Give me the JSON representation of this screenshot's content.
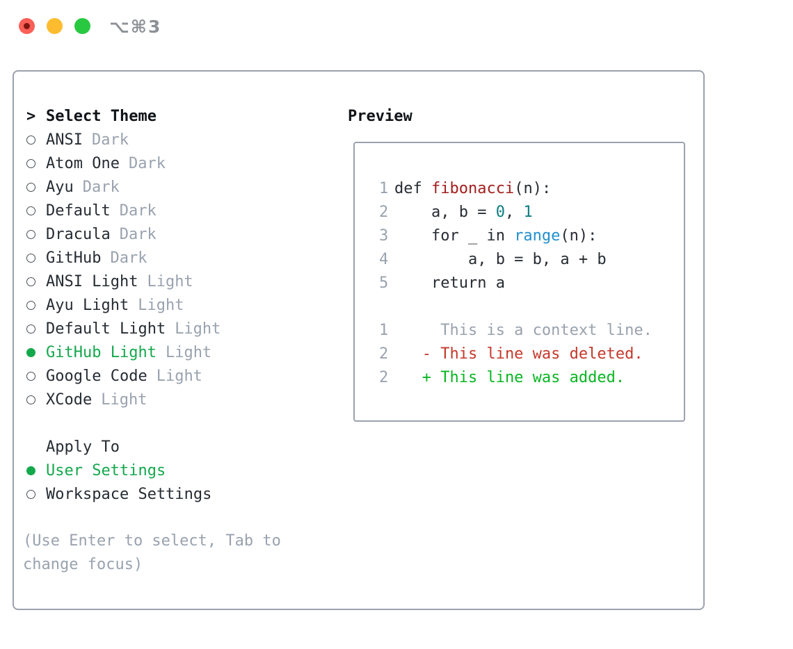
{
  "titlebar": {
    "title": "⌥⌘3"
  },
  "select_theme": {
    "marker": ">",
    "label": "Select Theme"
  },
  "themes": [
    {
      "name": "ANSI",
      "tag": "Dark",
      "selected": false
    },
    {
      "name": "Atom One",
      "tag": "Dark",
      "selected": false
    },
    {
      "name": "Ayu",
      "tag": "Dark",
      "selected": false
    },
    {
      "name": "Default",
      "tag": "Dark",
      "selected": false
    },
    {
      "name": "Dracula",
      "tag": "Dark",
      "selected": false
    },
    {
      "name": "GitHub",
      "tag": "Dark",
      "selected": false
    },
    {
      "name": "ANSI Light",
      "tag": "Light",
      "selected": false
    },
    {
      "name": "Ayu Light",
      "tag": "Light",
      "selected": false
    },
    {
      "name": "Default Light",
      "tag": "Light",
      "selected": false
    },
    {
      "name": "GitHub Light",
      "tag": "Light",
      "selected": true
    },
    {
      "name": "Google Code",
      "tag": "Light",
      "selected": false
    },
    {
      "name": "XCode",
      "tag": "Light",
      "selected": false
    }
  ],
  "apply_to": {
    "label": "Apply To",
    "options": [
      {
        "name": "User Settings",
        "selected": true
      },
      {
        "name": "Workspace Settings",
        "selected": false
      }
    ]
  },
  "hint": "(Use Enter to select, Tab to change focus)",
  "preview": {
    "label": "Preview",
    "lines": [
      {
        "num": "1",
        "tokens": [
          {
            "t": "def ",
            "c": "plain"
          },
          {
            "t": "fibonacci",
            "c": "fn"
          },
          {
            "t": "(n):",
            "c": "plain"
          }
        ]
      },
      {
        "num": "2",
        "tokens": [
          {
            "t": "    a, b = ",
            "c": "plain"
          },
          {
            "t": "0",
            "c": "num"
          },
          {
            "t": ", ",
            "c": "plain"
          },
          {
            "t": "1",
            "c": "num"
          }
        ]
      },
      {
        "num": "3",
        "tokens": [
          {
            "t": "    for _ in ",
            "c": "plain"
          },
          {
            "t": "range",
            "c": "builtin"
          },
          {
            "t": "(n):",
            "c": "plain"
          }
        ]
      },
      {
        "num": "4",
        "tokens": [
          {
            "t": "        a, b = b, a + b",
            "c": "plain"
          }
        ]
      },
      {
        "num": "5",
        "tokens": [
          {
            "t": "    return a",
            "c": "plain"
          }
        ]
      },
      {
        "num": "",
        "tokens": []
      },
      {
        "num": "1",
        "tokens": [
          {
            "t": "     This is a context line.",
            "c": "context"
          }
        ]
      },
      {
        "num": "2",
        "tokens": [
          {
            "t": "   - This line was deleted.",
            "c": "deleted"
          }
        ]
      },
      {
        "num": "2",
        "tokens": [
          {
            "t": "   + This line was added.",
            "c": "added"
          }
        ]
      }
    ]
  },
  "colors": {
    "accent_green": "#14a84c",
    "diff_added": "#09b522",
    "diff_deleted": "#c4382a",
    "function_red": "#a31e1c",
    "number_teal": "#0e7c80",
    "builtin_blue": "#2190cf",
    "muted_gray": "#99a2ae",
    "text_dark": "#262c33",
    "border_gray": "#9aa2ad",
    "titlebar_gray": "#8d9197",
    "traffic_red": "#fb5f57",
    "traffic_yellow": "#fdbc2f",
    "traffic_green": "#29c841"
  }
}
